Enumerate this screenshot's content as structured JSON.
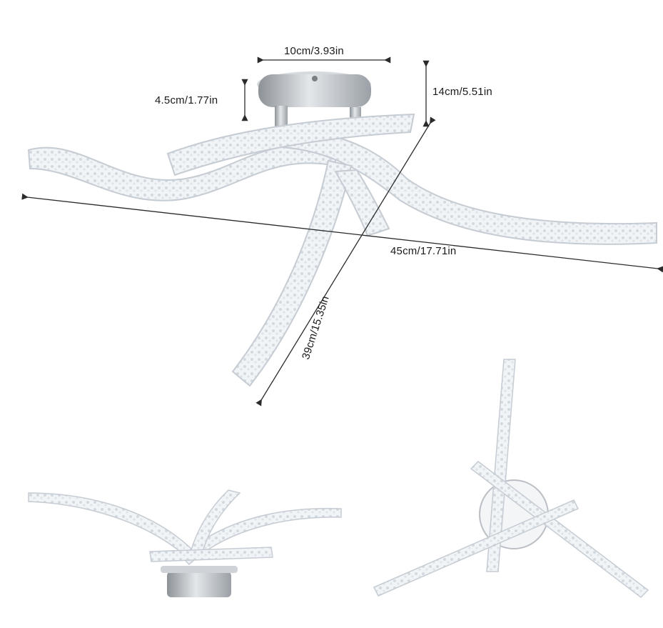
{
  "dimensions": {
    "top_width": "10cm/3.93in",
    "base_height": "4.5cm/1.77in",
    "total_height": "14cm/5.51in",
    "overall_span": "45cm/17.71in",
    "arm_length": "39cm/15.35in"
  },
  "colors": {
    "arm_fill": "#eef1f4",
    "arm_edge": "#c6ccd3",
    "crystal": "#d9dee4",
    "chrome": "#aeb3b8",
    "line": "#2b2b2b"
  }
}
